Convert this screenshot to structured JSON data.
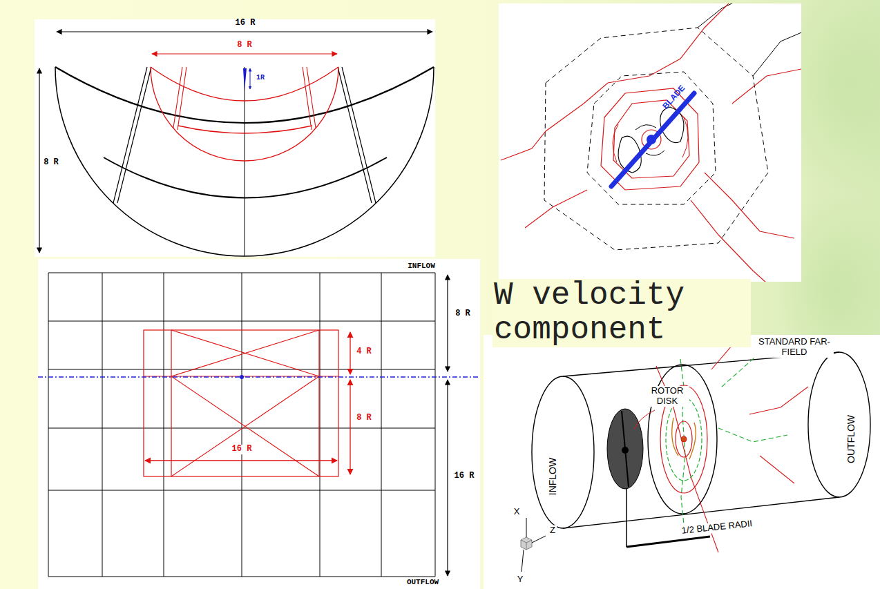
{
  "diagram": {
    "labels": [
      "16 R",
      "8 R",
      "1R",
      "8 R",
      "BLADE",
      "INFLOW",
      "8 R",
      "4 R",
      "8 R",
      "16 R",
      "16 R",
      "OUTFLOW",
      "W velocity component",
      "STANDARD FAR-FIELD",
      "ROTOR DISK",
      "OUTFLOW",
      "INFLOW",
      "1/2 BLADE RADII",
      "X",
      "Z",
      "Y"
    ]
  }
}
